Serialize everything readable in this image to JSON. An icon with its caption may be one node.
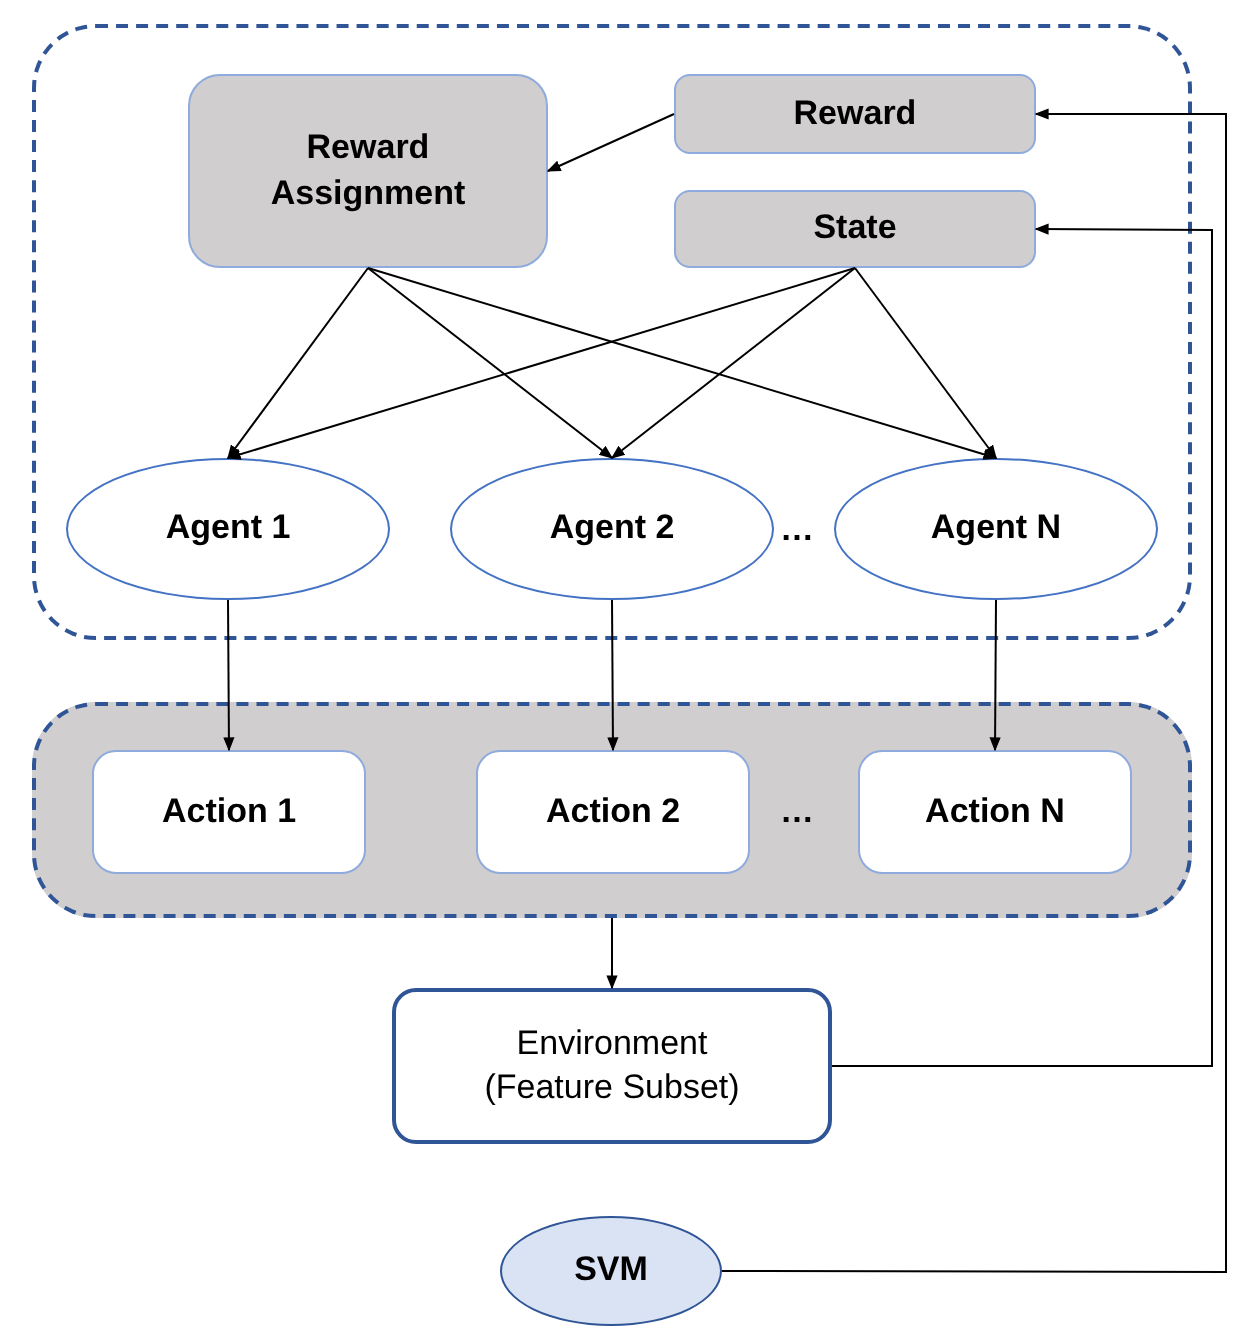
{
  "diagram": {
    "nodes": [
      {
        "text": [],
        "shape": "box"
      },
      {
        "text": [
          "Reward Assignment"
        ],
        "in": 0
      },
      {
        "text": [
          "Reward"
        ],
        "in": 0
      },
      {
        "text": [
          "State"
        ],
        "in": 0
      },
      {
        "text": [
          "Agent 1"
        ],
        "in": 0
      },
      {
        "text": [
          "Agent 2"
        ],
        "in": 0
      },
      {
        "text": [
          "Agent N"
        ],
        "in": 0
      },
      {
        "text": [],
        "shape": "box"
      },
      {
        "text": [
          "Action 1"
        ],
        "in": 7
      },
      {
        "text": [
          "Action 2"
        ],
        "in": 7
      },
      {
        "text": [
          "Action N"
        ],
        "in": 7
      },
      {
        "text": [
          "Environment (Feature Subset)"
        ]
      },
      {
        "text": [
          "SVM"
        ]
      }
    ],
    "edges": [
      {
        "from": 2,
        "to": 1,
        "arrow": "to"
      },
      {
        "from": 1,
        "to": 4,
        "arrow": "to"
      },
      {
        "from": 1,
        "to": 5,
        "arrow": "to"
      },
      {
        "from": 1,
        "to": 6,
        "arrow": "to"
      },
      {
        "from": 3,
        "to": 4,
        "arrow": "to"
      },
      {
        "from": 3,
        "to": 5,
        "arrow": "to"
      },
      {
        "from": 3,
        "to": 6,
        "arrow": "to"
      },
      {
        "from": 4,
        "to": 8,
        "arrow": "to"
      },
      {
        "from": 5,
        "to": 9,
        "arrow": "to"
      },
      {
        "from": 6,
        "to": 10,
        "arrow": "to"
      },
      {
        "from": 7,
        "to": 11,
        "arrow": "to"
      },
      {
        "from": 11,
        "to": 3,
        "arrow": "to"
      },
      {
        "from": 12,
        "to": 2,
        "arrow": "to"
      }
    ],
    "labels": [
      "…",
      "…"
    ]
  }
}
